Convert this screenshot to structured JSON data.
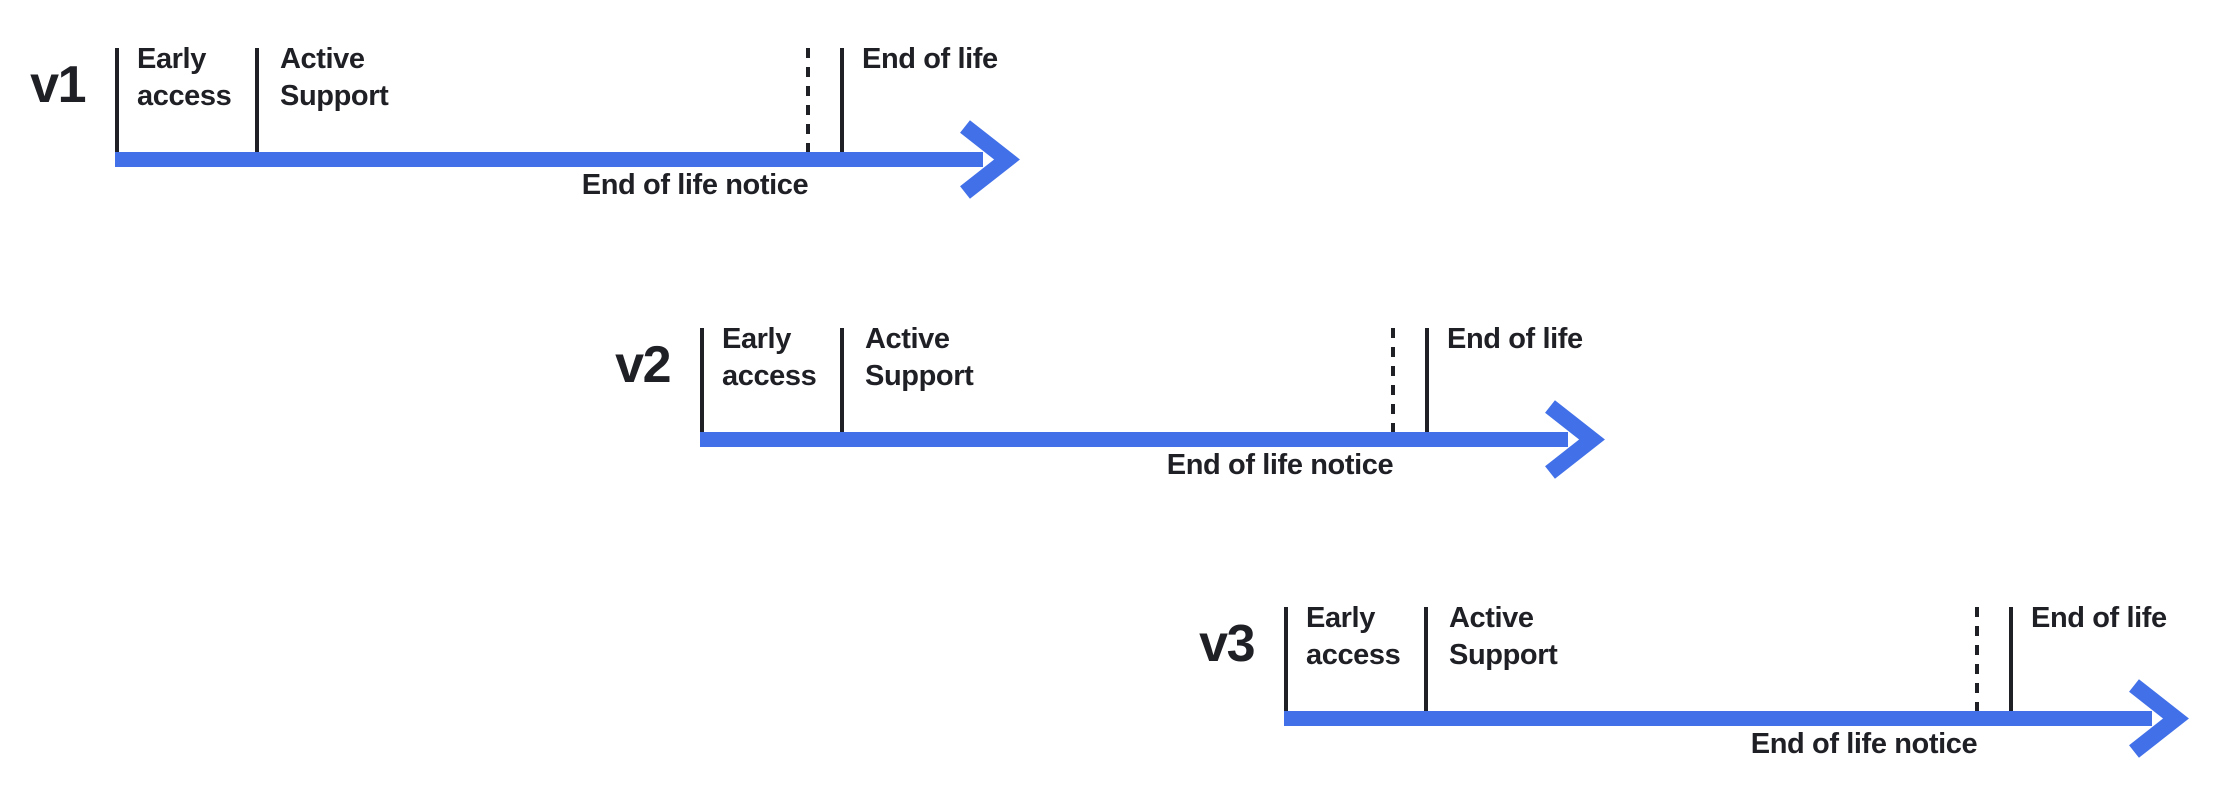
{
  "colors": {
    "arrow": "#4170E8",
    "text": "#1F1F26",
    "background": "#FFFFFF"
  },
  "diagram": {
    "type": "version-lifecycle-timelines"
  },
  "timelines": [
    {
      "version": "v1",
      "early_access": "Early\naccess",
      "active_support": "Active Support",
      "end_of_life": "End of life",
      "notice": "End of life notice"
    },
    {
      "version": "v2",
      "early_access": "Early\naccess",
      "active_support": "Active Support",
      "end_of_life": "End of life",
      "notice": "End of life notice"
    },
    {
      "version": "v3",
      "early_access": "Early\naccess",
      "active_support": "Active Support",
      "end_of_life": "End of life",
      "notice": "End of life notice"
    }
  ]
}
